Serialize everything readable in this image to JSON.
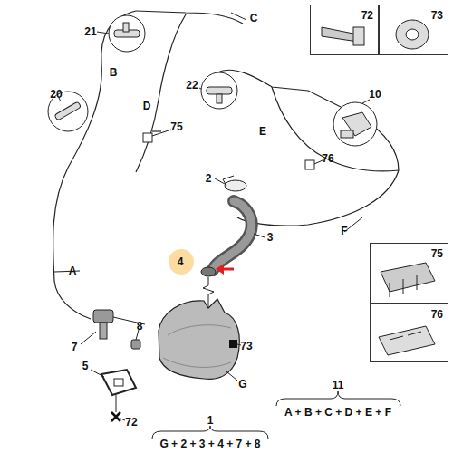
{
  "diagram": {
    "nodes": [
      {
        "text": [
          "72"
        ]
      },
      {
        "text": [
          "73"
        ]
      },
      {
        "text": [
          "75"
        ]
      },
      {
        "text": [
          "76"
        ]
      }
    ],
    "labels": [
      "C",
      "21",
      "22",
      "B",
      "10",
      "20",
      "D",
      "75",
      "E",
      "2",
      "76",
      "F",
      "3",
      "4",
      "A",
      "8",
      "7",
      "73",
      "5",
      "G",
      "11",
      "A + B + C + D + E + F",
      "72",
      "1",
      "G + 2 + 3 + 4 + 7 + 8"
    ]
  }
}
